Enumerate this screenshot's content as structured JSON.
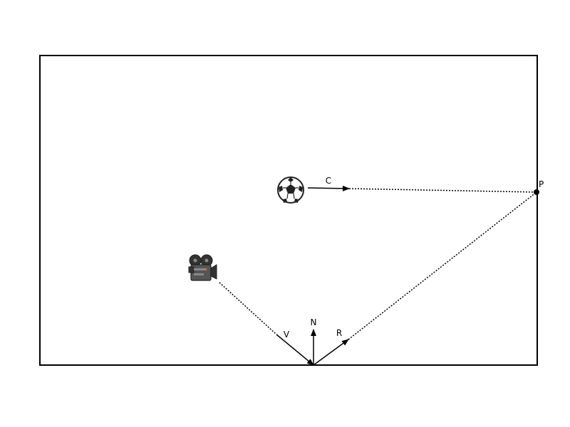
{
  "diagram": {
    "colors": {
      "stroke": "#000000",
      "ball_dark": "#222222",
      "camera_body": "#555555",
      "camera_dark": "#333333",
      "camera_light": "#888888",
      "camera_accent": "#c0392b"
    },
    "icons": {
      "object": "soccer-ball-icon",
      "observer": "movie-camera-icon"
    },
    "labels": {
      "ray_c": "C",
      "point_p": "P",
      "vector_v": "V",
      "vector_n": "N",
      "vector_r": "R"
    }
  }
}
